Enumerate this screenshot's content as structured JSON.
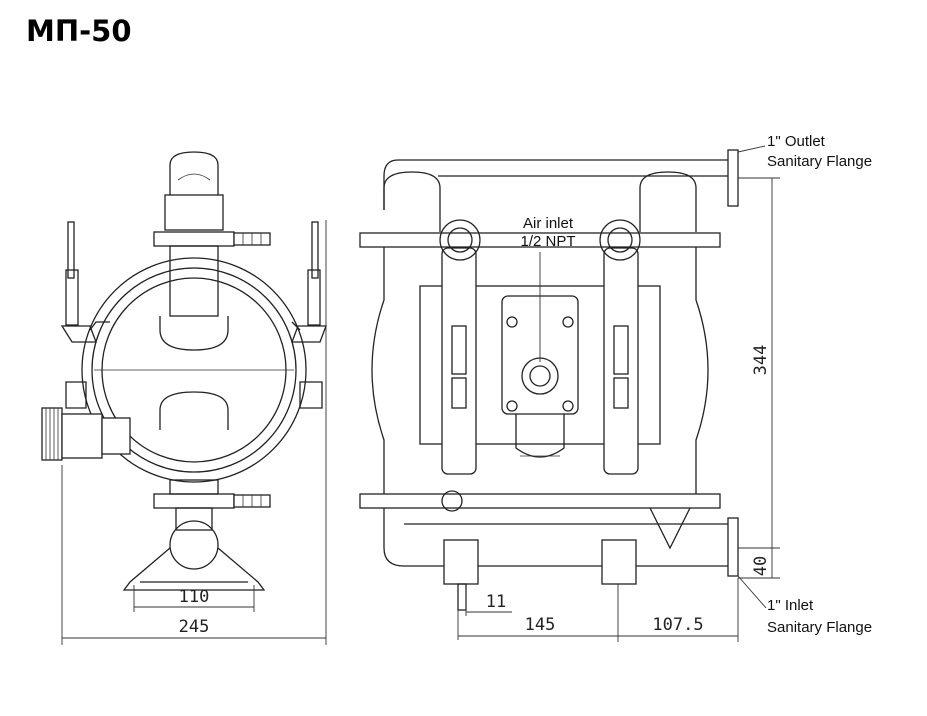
{
  "title": "МП-50",
  "front_view": {
    "dim_inner": "110",
    "dim_outer": "245"
  },
  "side_view": {
    "air_inlet_line1": "Air inlet",
    "air_inlet_line2": "1/2 NPT",
    "outlet_line1": "1\" Outlet",
    "outlet_line2": "Sanitary Flange",
    "inlet_line1": "1\" Inlet",
    "inlet_line2": "Sanitary Flange",
    "dim_height": "344",
    "dim_inlet_height": "40",
    "dim_foot": "11",
    "dim_spacing": "145",
    "dim_offset": "107.5"
  }
}
